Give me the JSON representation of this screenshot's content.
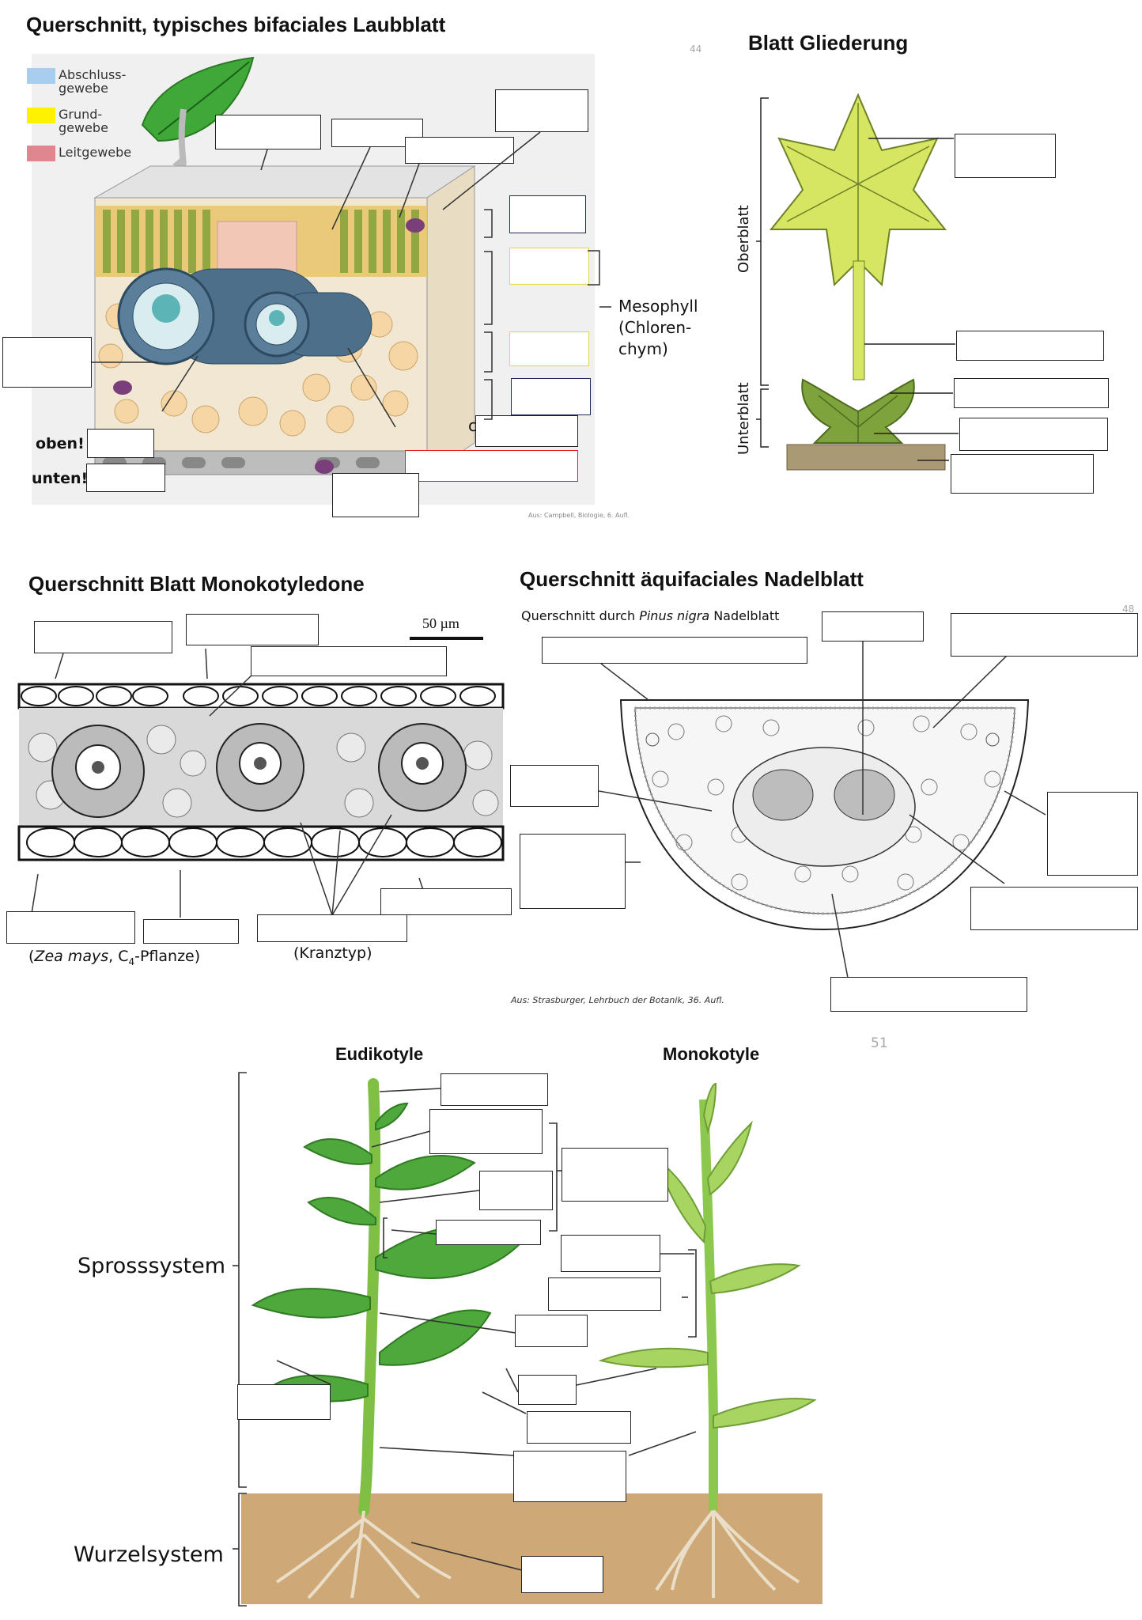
{
  "panel1": {
    "title": "Querschnitt, typisches bifaciales Laubblatt",
    "page_number": "44",
    "legend": [
      {
        "text": "Abschluss-\ngewebe",
        "color": "#a9cdef"
      },
      {
        "text": "Grund-\ngewebe",
        "color": "#fff200"
      },
      {
        "text": "Leitgewebe",
        "color": "#e0868e"
      }
    ],
    "mesophyll_label": "Mesophyll\n(Chloren-\nchym)",
    "oben_label": "oben!",
    "unten_label": "unten!",
    "fragment_c": "c",
    "source_fragment": "Aus: Campbell, Biologie, 6. Aufl."
  },
  "panel2": {
    "title": "Blatt Gliederung",
    "oberblatt": "Oberblatt",
    "unterblatt": "Unterblatt"
  },
  "panel3": {
    "title": "Querschnitt Blatt Monokotyledone",
    "scale": "50 µm",
    "species_prefix": "(",
    "species": "Zea mays",
    "species_suffix": ", C",
    "subscript": "4",
    "species_end": "-Pflanze)",
    "kranztyp": "(Kranztyp)"
  },
  "panel4": {
    "title": "Querschnitt äquifaciales Nadelblatt",
    "subtitle_prefix": "Querschnitt durch ",
    "subtitle_species": "Pinus nigra",
    "subtitle_suffix": " Nadelblatt",
    "page_number": "48",
    "source": "Aus: Strasburger, Lehrbuch der Botanik, 36. Aufl."
  },
  "panel5": {
    "page_number": "51",
    "eudikotyle": "Eudikotyle",
    "monokotyle": "Monokotyle",
    "sprosssystem": "Sprosssystem",
    "wurzelsystem": "Wurzelsystem"
  }
}
